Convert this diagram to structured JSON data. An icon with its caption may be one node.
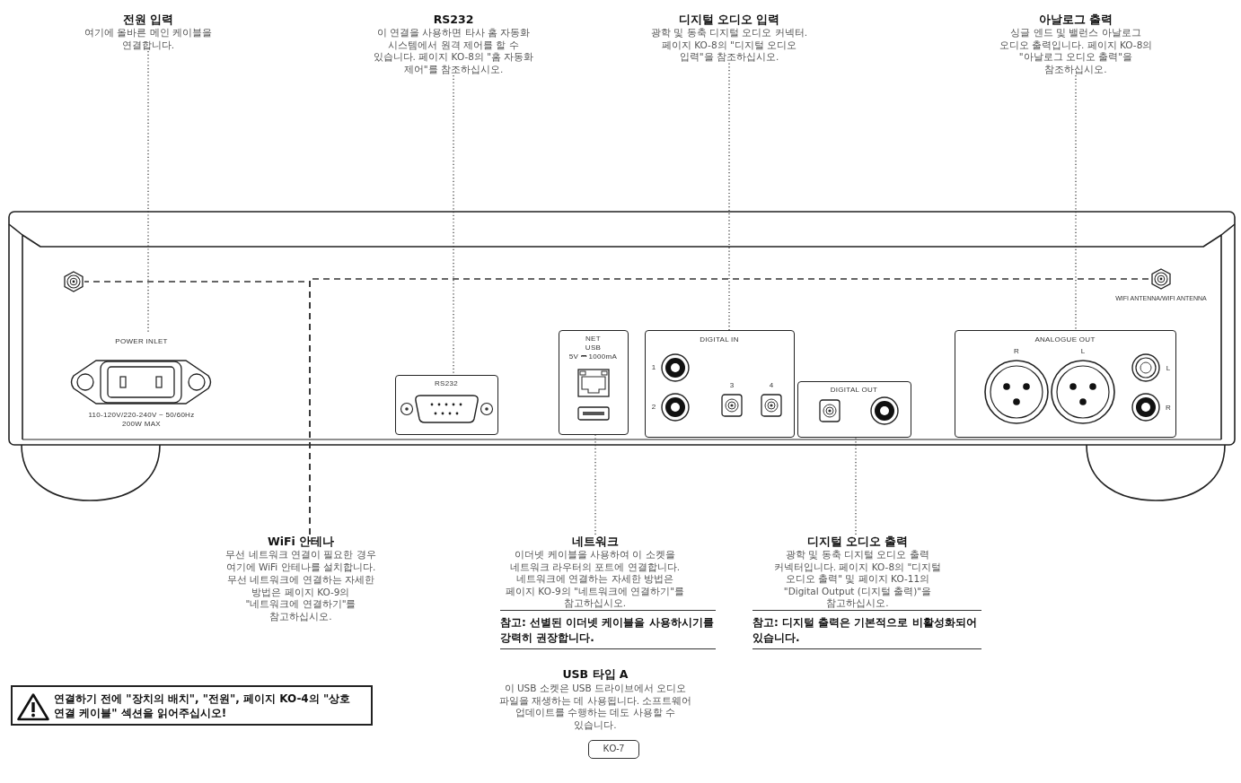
{
  "diagram": {
    "nodes": [
      {
        "text": [
          "전원 입력",
          "여기에 올바른 메인 케이블을 연결합니다."
        ]
      },
      {
        "text": [
          "RS232",
          "이 연결을 사용하면 타사 홈 자동화 시스템에서 원격 제어를 할 수 있습니다. 페이지 KO-8의 \"홈 자동화 제어\"를 참조하십시오."
        ]
      },
      {
        "text": [
          "디지털 오디오 입력",
          "광학 및 동축 디지털 오디오 커넥터. 페이지 KO-8의 \"디지털 오디오 입력\"을 참조하십시오."
        ]
      },
      {
        "text": [
          "아날로그 출력",
          "싱글 엔드 및 밸런스 아날로그 오디오 출력입니다. 페이지 KO-8의 \"아날로그 오디오 출력\"을 참조하십시오."
        ]
      },
      {
        "text": [],
        "shape": "picture"
      },
      {
        "text": [],
        "shape": "picture",
        "beside": [
          "WIFI ANTENNA/WIFI ANTENNA"
        ]
      },
      {
        "text": [
          "POWER INLET",
          "110-120V/220-240V ~ 50/60Hz 200W MAX"
        ]
      },
      {
        "text": [
          "RS232"
        ]
      },
      {
        "text": [
          "NET",
          "USB",
          "5V ⎓ 1000mA"
        ]
      },
      {
        "text": [
          "DIGITAL IN",
          "1",
          "2",
          "3",
          "4"
        ]
      },
      {
        "text": [
          "DIGITAL OUT"
        ]
      },
      {
        "text": [
          "ANALOGUE OUT",
          "R",
          "L",
          "L",
          "R"
        ]
      },
      {
        "text": [
          "WiFi 안테나",
          "무선 네트워크 연결이 필요한 경우 여기에 WiFi 안테나를 설치합니다.",
          "무선 네트워크에 연결하는 자세한 방법은 페이지 KO-9의 \"네트워크에 연결하기\"를 참고하십시오."
        ]
      },
      {
        "text": [
          "네트워크",
          "이더넷 케이블을 사용하여 이 소켓을 네트워크 라우터의 포트에 연결합니다. 네트워크에 연결하는 자세한 방법은 페이지 KO-9의 \"네트워크에 연결하기\"를 참고하십시오."
        ]
      },
      {
        "text": [
          "디지털 오디오 출력",
          "광학 및 동축 디지털 오디오 출력 커넥터입니다. 페이지 KO-8의 \"디지털 오디오 출력\" 및 페이지 KO-11의 \"Digital Output (디지털 출력)\"을 참고하십시오."
        ]
      },
      {
        "text": [
          "연결하기 전에 \"장치의 배치\", \"전원\", 페이지 KO-4의 \"상호 연결 케이블\" 섹션을 읽어주십시오!"
        ]
      },
      {
        "text": [
          "KO-7"
        ]
      }
    ],
    "edges": [
      {
        "from": 0,
        "to": 6,
        "arrow": "none"
      },
      {
        "from": 1,
        "to": 7,
        "arrow": "none"
      },
      {
        "from": 2,
        "to": 9,
        "arrow": "none"
      },
      {
        "from": 3,
        "to": 11,
        "arrow": "none"
      },
      {
        "from": 12,
        "to": 4,
        "arrow": "none",
        "style": "dashed"
      },
      {
        "from": 12,
        "to": 5,
        "arrow": "none",
        "style": "dashed"
      },
      {
        "from": 13,
        "to": 8,
        "arrow": "none"
      },
      {
        "from": 14,
        "to": 10,
        "arrow": "none"
      }
    ],
    "labels": [
      "참고: 선별된 이더넷 케이블을 사용하시기를 강력히 권장합니다.",
      "참고: 디지털 출력은 기본적으로 비활성화되어 있습니다.",
      "USB 타입 A",
      "이 USB 소켓은 USB 드라이브에서 오디오 파일을 재생하는 데 사용됩니다. 소프트웨어 업데이트를 수행하는 데도 사용할 수 있습니다."
    ]
  }
}
